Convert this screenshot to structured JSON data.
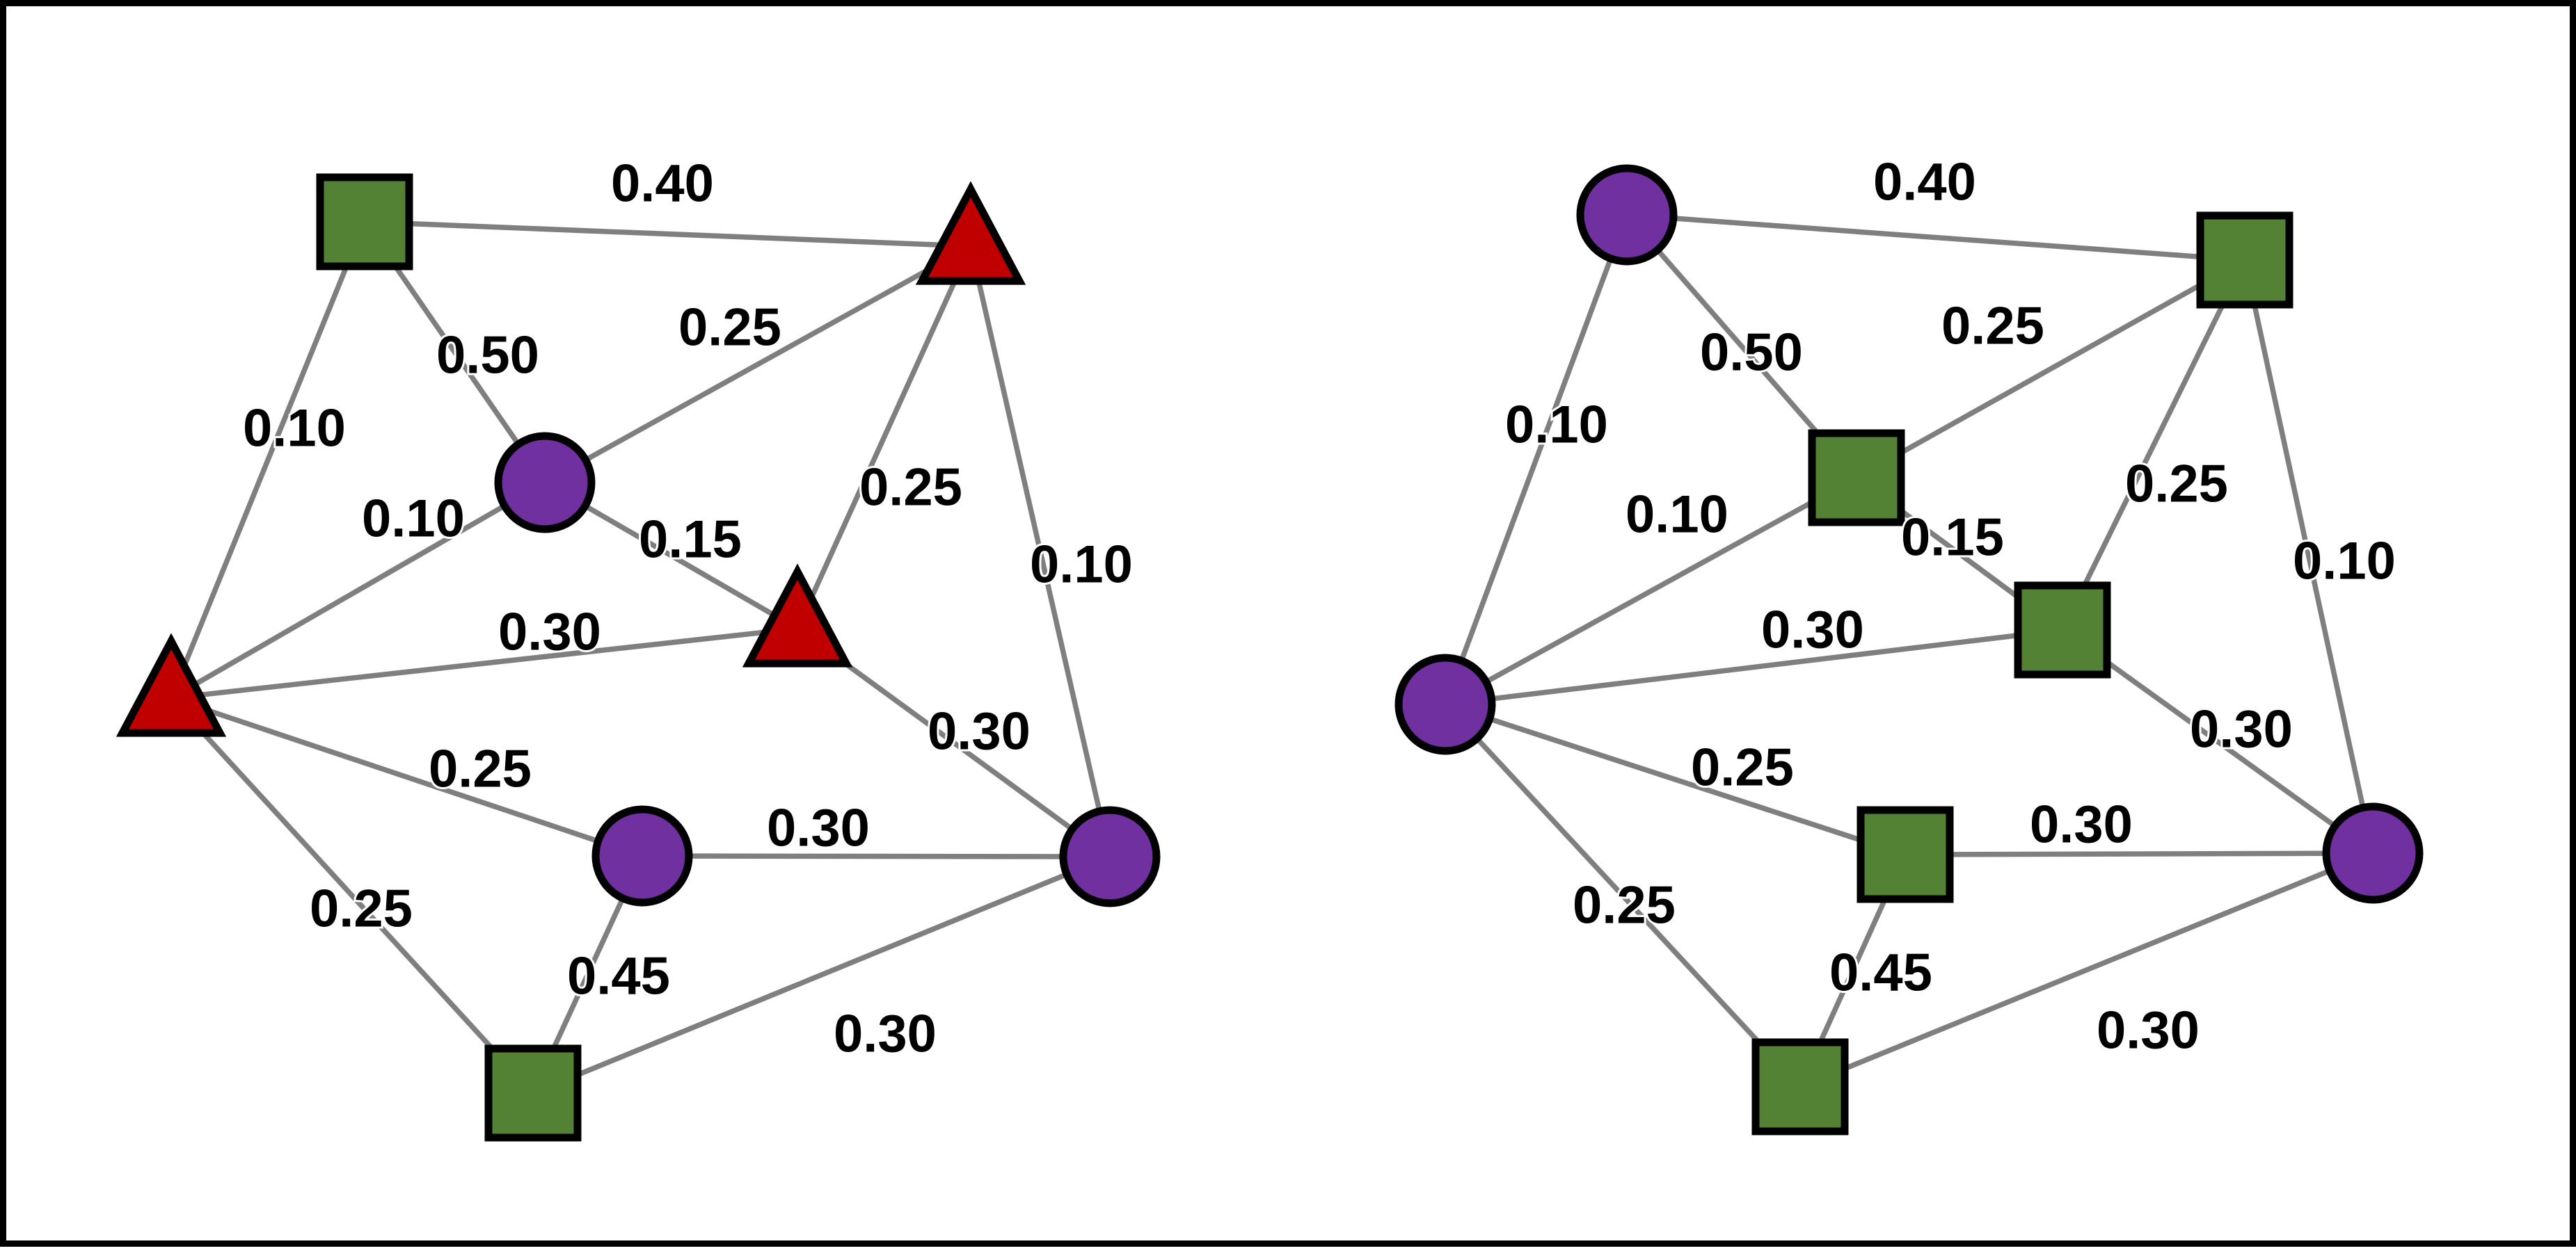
{
  "colors": {
    "circle": "#7030a0",
    "square": "#548235",
    "triangle": "#c00000",
    "edge": "#7f7f7f",
    "outline": "#000000",
    "background": "#ffffff"
  },
  "graphs": [
    {
      "nodes": [
        {
          "id": "A",
          "shape": "square"
        },
        {
          "id": "B",
          "shape": "triangle"
        },
        {
          "id": "C",
          "shape": "circle"
        },
        {
          "id": "D",
          "shape": "triangle"
        },
        {
          "id": "E",
          "shape": "triangle"
        },
        {
          "id": "F",
          "shape": "circle"
        },
        {
          "id": "G",
          "shape": "circle"
        },
        {
          "id": "H",
          "shape": "square"
        }
      ],
      "edges": [
        {
          "from": "A",
          "to": "B",
          "weight": "0.40"
        },
        {
          "from": "A",
          "to": "C",
          "weight": "0.50"
        },
        {
          "from": "A",
          "to": "E",
          "weight": "0.10"
        },
        {
          "from": "B",
          "to": "C",
          "weight": "0.25"
        },
        {
          "from": "B",
          "to": "D",
          "weight": "0.25"
        },
        {
          "from": "B",
          "to": "G",
          "weight": "0.10"
        },
        {
          "from": "C",
          "to": "E",
          "weight": "0.10"
        },
        {
          "from": "C",
          "to": "D",
          "weight": "0.15"
        },
        {
          "from": "E",
          "to": "D",
          "weight": "0.30"
        },
        {
          "from": "D",
          "to": "G",
          "weight": "0.30"
        },
        {
          "from": "E",
          "to": "F",
          "weight": "0.25"
        },
        {
          "from": "E",
          "to": "H",
          "weight": "0.25"
        },
        {
          "from": "F",
          "to": "G",
          "weight": "0.30"
        },
        {
          "from": "F",
          "to": "H",
          "weight": "0.45"
        },
        {
          "from": "H",
          "to": "G",
          "weight": "0.30"
        }
      ]
    },
    {
      "nodes": [
        {
          "id": "A",
          "shape": "circle"
        },
        {
          "id": "B",
          "shape": "square"
        },
        {
          "id": "C",
          "shape": "square"
        },
        {
          "id": "D",
          "shape": "square"
        },
        {
          "id": "E",
          "shape": "circle"
        },
        {
          "id": "F",
          "shape": "square"
        },
        {
          "id": "G",
          "shape": "circle"
        },
        {
          "id": "H",
          "shape": "square"
        }
      ],
      "edges": [
        {
          "from": "A",
          "to": "B",
          "weight": "0.40"
        },
        {
          "from": "A",
          "to": "C",
          "weight": "0.50"
        },
        {
          "from": "A",
          "to": "E",
          "weight": "0.10"
        },
        {
          "from": "B",
          "to": "C",
          "weight": "0.25"
        },
        {
          "from": "B",
          "to": "D",
          "weight": "0.25"
        },
        {
          "from": "B",
          "to": "G",
          "weight": "0.10"
        },
        {
          "from": "C",
          "to": "E",
          "weight": "0.10"
        },
        {
          "from": "C",
          "to": "D",
          "weight": "0.15"
        },
        {
          "from": "E",
          "to": "D",
          "weight": "0.30"
        },
        {
          "from": "D",
          "to": "G",
          "weight": "0.30"
        },
        {
          "from": "E",
          "to": "F",
          "weight": "0.25"
        },
        {
          "from": "E",
          "to": "H",
          "weight": "0.25"
        },
        {
          "from": "F",
          "to": "G",
          "weight": "0.30"
        },
        {
          "from": "F",
          "to": "H",
          "weight": "0.45"
        },
        {
          "from": "H",
          "to": "G",
          "weight": "0.30"
        }
      ]
    }
  ]
}
